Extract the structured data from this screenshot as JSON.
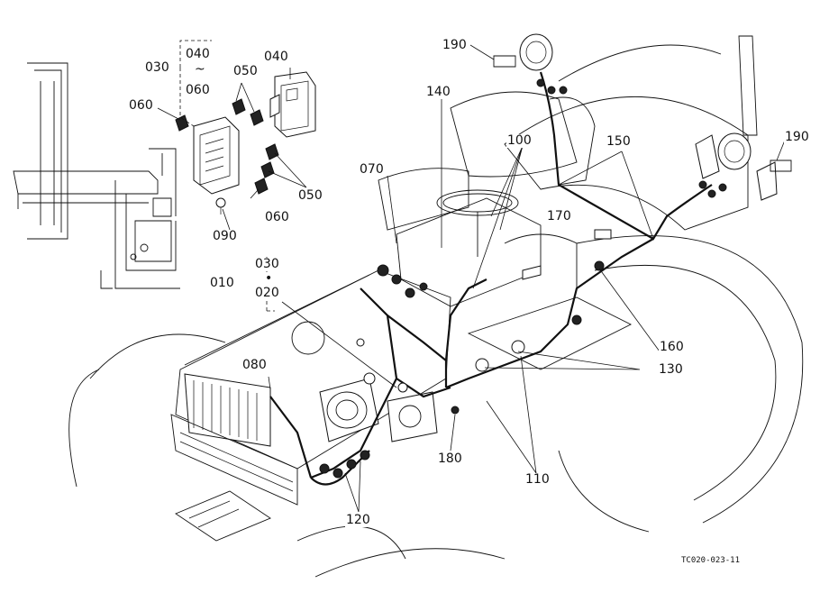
{
  "labels": {
    "l010": "010",
    "l020": "020",
    "l030a": "030",
    "l030b": "030",
    "l040a": "040",
    "l040b": "040",
    "l060a": "060",
    "l060b": "060",
    "l060c": "060",
    "l050a": "050",
    "l050b": "050",
    "l070": "070",
    "l080": "080",
    "l090": "090",
    "l100": "100",
    "l110": "110",
    "l120": "120",
    "l130": "130",
    "l140": "140",
    "l150": "150",
    "l160": "160",
    "l170": "170",
    "l180": "180",
    "l190a": "190",
    "l190b": "190",
    "tilde": "~",
    "dot": "•"
  },
  "figure_code": "TC020-023-11"
}
